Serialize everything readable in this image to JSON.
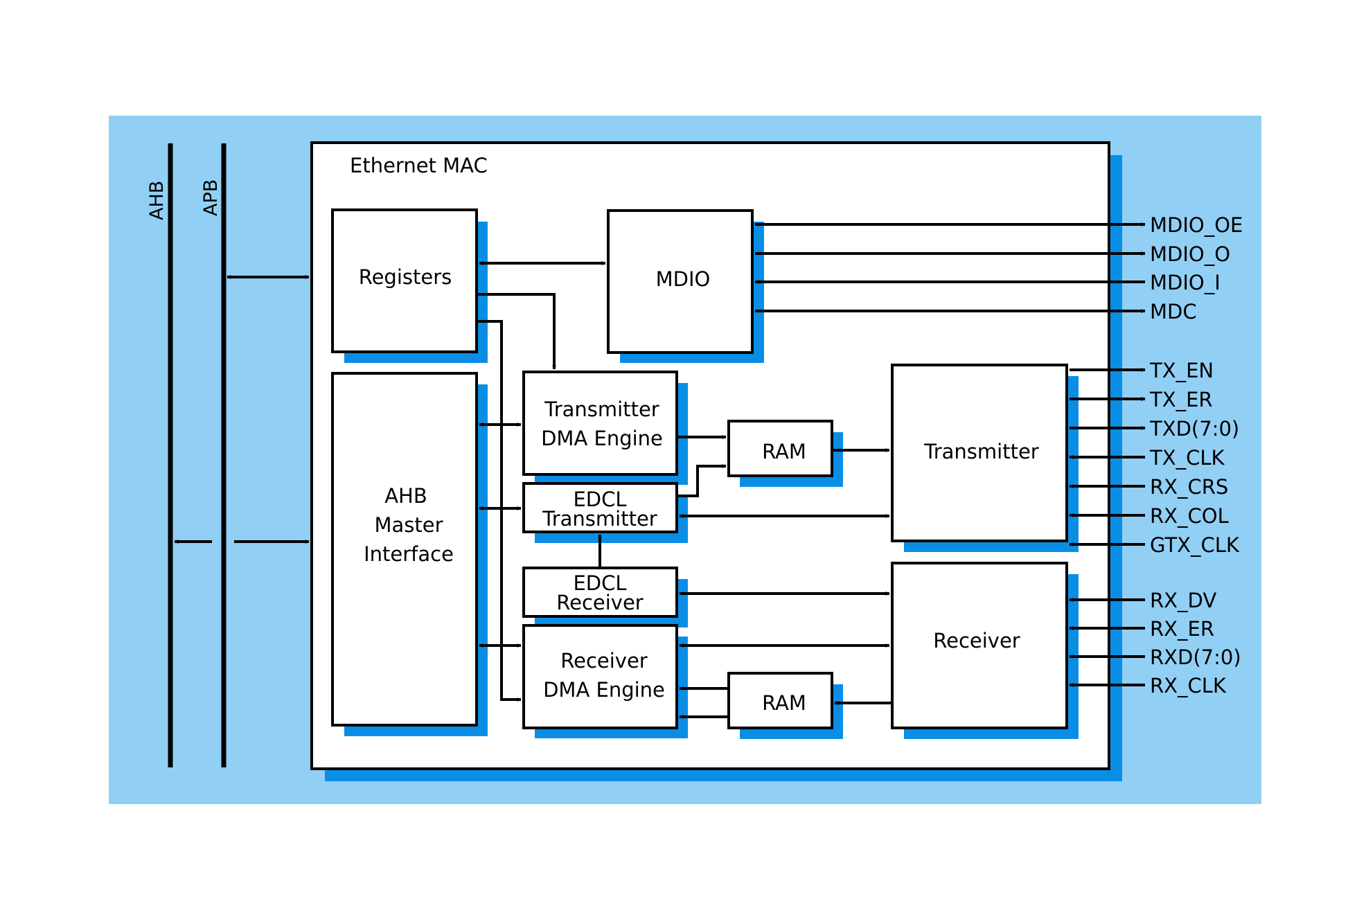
{
  "colors": {
    "background_panel": "#92cff5",
    "block_shadow": "#0a8ee5",
    "block_fill": "#ffffff",
    "line": "#000000"
  },
  "buses": {
    "ahb": "AHB",
    "apb": "APB"
  },
  "mac": {
    "title": "Ethernet MAC"
  },
  "blocks": {
    "registers": "Registers",
    "mdio": "MDIO",
    "ahb_master": [
      "AHB",
      "Master",
      "Interface"
    ],
    "tx_dma": [
      "Transmitter",
      "DMA Engine"
    ],
    "edcl_tx": [
      "EDCL",
      "Transmitter"
    ],
    "edcl_rx": [
      "EDCL",
      "Receiver"
    ],
    "rx_dma": [
      "Receiver",
      "DMA Engine"
    ],
    "ram_tx": "RAM",
    "ram_rx": "RAM",
    "transmitter": "Transmitter",
    "receiver": "Receiver"
  },
  "mdio_signals": [
    {
      "label": "MDIO_OE",
      "direction": "out"
    },
    {
      "label": "MDIO_O",
      "direction": "out"
    },
    {
      "label": "MDIO_I",
      "direction": "in"
    },
    {
      "label": "MDC",
      "direction": "out"
    }
  ],
  "tx_signals": [
    {
      "label": "TX_EN",
      "direction": "out"
    },
    {
      "label": "TX_ER",
      "direction": "out"
    },
    {
      "label": "TXD(7:0)",
      "direction": "out"
    },
    {
      "label": "TX_CLK",
      "direction": "in"
    },
    {
      "label": "RX_CRS",
      "direction": "in"
    },
    {
      "label": "RX_COL",
      "direction": "in"
    },
    {
      "label": "GTX_CLK",
      "direction": "in"
    }
  ],
  "rx_signals": [
    {
      "label": "RX_DV",
      "direction": "in"
    },
    {
      "label": "RX_ER",
      "direction": "in"
    },
    {
      "label": "RXD(7:0)",
      "direction": "in"
    },
    {
      "label": "RX_CLK",
      "direction": "in"
    }
  ]
}
